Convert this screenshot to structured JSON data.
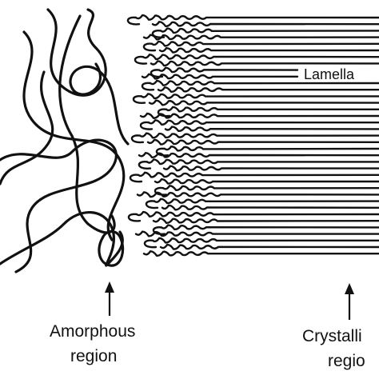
{
  "labels": {
    "lamellae": "Lamella",
    "amorphous_line1": "Amorphous",
    "amorphous_line2": "region",
    "crystalline_line1": "Crystalli",
    "crystalline_line2": "regio"
  },
  "colors": {
    "ink": "#111111",
    "background": "#ffffff"
  }
}
